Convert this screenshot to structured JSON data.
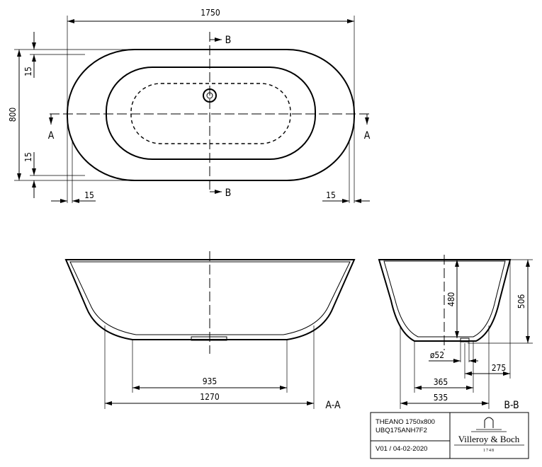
{
  "top_view": {
    "length": "1750",
    "width": "800",
    "rim_top": "15",
    "rim_bottom": "15",
    "rim_left": "15",
    "rim_right": "15",
    "section_a_left": "A",
    "section_a_right": "A",
    "section_b_top": "B",
    "section_b_bottom": "B"
  },
  "section_aa": {
    "label": "A-A",
    "base_width": "935",
    "foot_width": "1270"
  },
  "section_bb": {
    "label": "B-B",
    "depth": "480",
    "height": "506",
    "drain_diameter": "ø52",
    "drain_offset": "275",
    "base_width": "365",
    "foot_width": "535"
  },
  "title_block": {
    "product": "THEANO 1750x800",
    "code": "UBQ175ANH7F2",
    "version": "V01 / 04-02-2020",
    "brand": "Villeroy & Boch",
    "brand_year": "1748"
  }
}
